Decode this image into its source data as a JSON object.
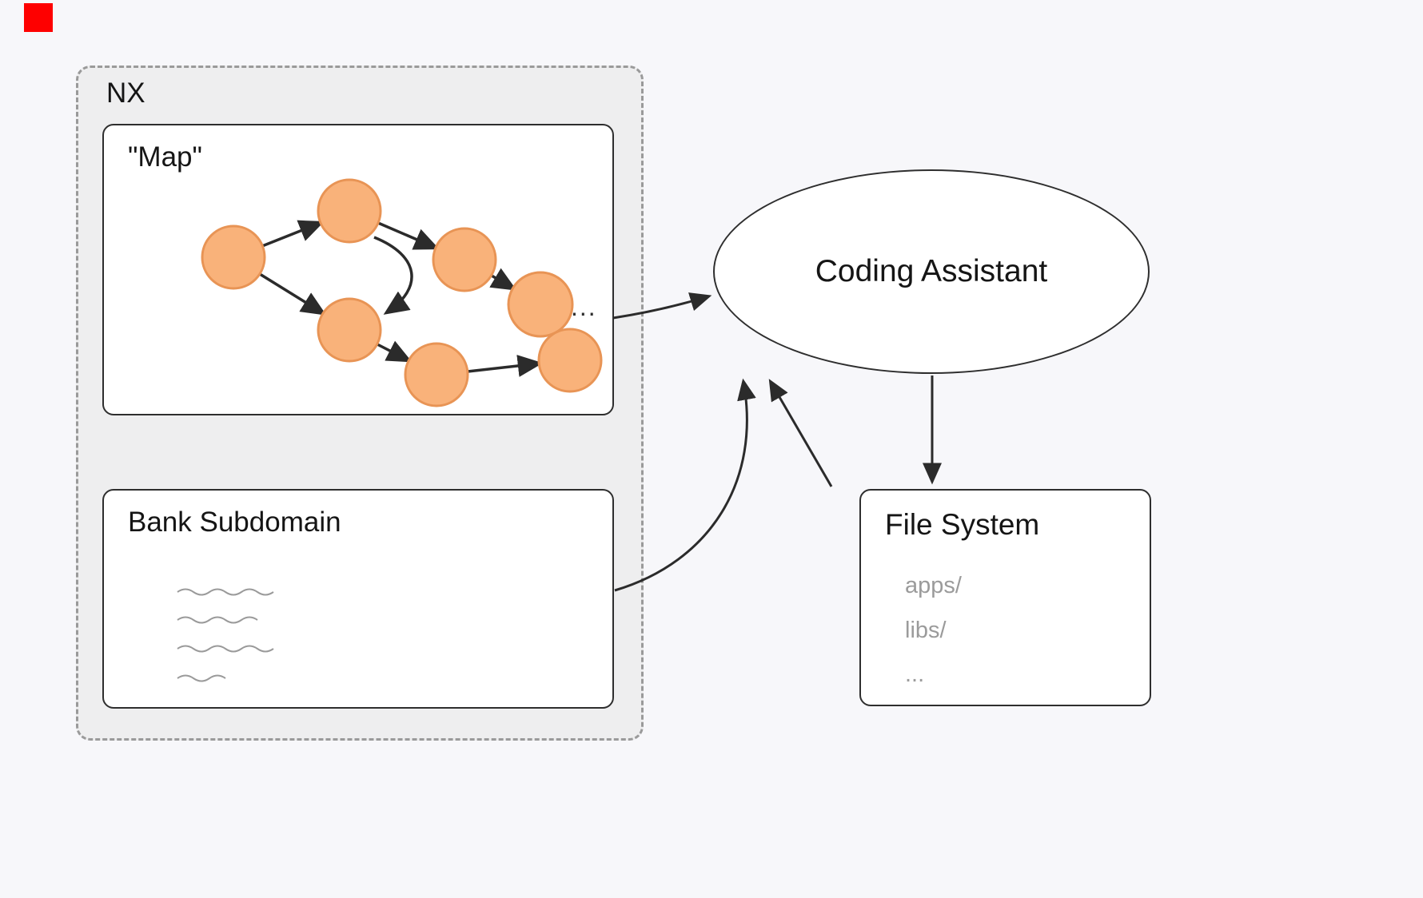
{
  "nx": {
    "label": "NX"
  },
  "map": {
    "label": "\"Map\"",
    "ellipsis": "..."
  },
  "bank": {
    "label": "Bank Subdomain"
  },
  "assistant": {
    "label": "Coding Assistant"
  },
  "filesystem": {
    "label": "File System",
    "entries": [
      "apps/",
      "libs/",
      "..."
    ]
  },
  "colors": {
    "background": "#f7f7fa",
    "marker_red": "#fe0000",
    "node_fill": "#f9b27a",
    "node_stroke": "#e89455",
    "arrow": "#2b2b2b",
    "muted_text": "#9b9b9b",
    "box_border": "#2e2e2e"
  }
}
